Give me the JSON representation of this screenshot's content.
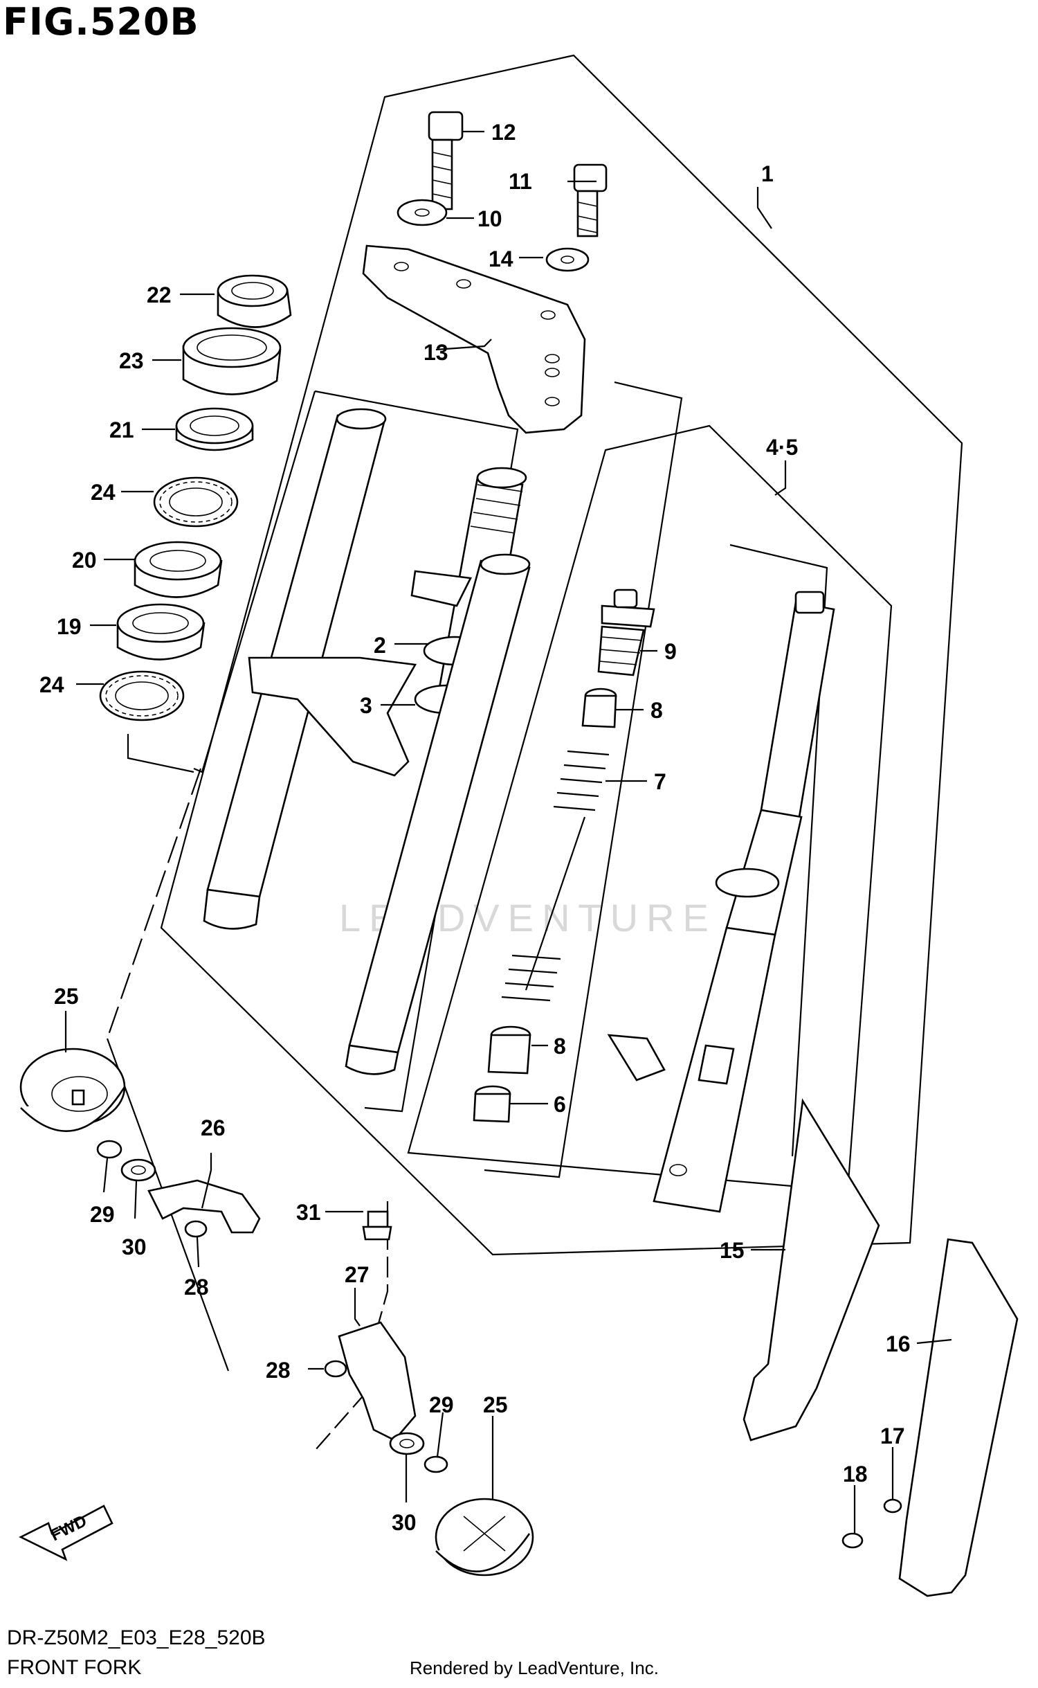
{
  "figure": {
    "title": "FIG.520B",
    "model_code": "DR-Z50M2_E03_E28_520B",
    "section_name": "FRONT FORK",
    "render_credit": "Rendered by LeadVenture, Inc.",
    "watermark": "LEADVENTURE",
    "fwd_label": "FWD"
  },
  "callouts": [
    {
      "id": "c12",
      "label": "12"
    },
    {
      "id": "c11",
      "label": "11"
    },
    {
      "id": "c10",
      "label": "10"
    },
    {
      "id": "c14",
      "label": "14"
    },
    {
      "id": "c1",
      "label": "1"
    },
    {
      "id": "c22",
      "label": "22"
    },
    {
      "id": "c23",
      "label": "23"
    },
    {
      "id": "c13",
      "label": "13"
    },
    {
      "id": "c21",
      "label": "21"
    },
    {
      "id": "c45",
      "label": "4·5"
    },
    {
      "id": "c24a",
      "label": "24"
    },
    {
      "id": "c20",
      "label": "20"
    },
    {
      "id": "c19",
      "label": "19"
    },
    {
      "id": "c2",
      "label": "2"
    },
    {
      "id": "c9",
      "label": "9"
    },
    {
      "id": "c24b",
      "label": "24"
    },
    {
      "id": "c3",
      "label": "3"
    },
    {
      "id": "c8a",
      "label": "8"
    },
    {
      "id": "c7",
      "label": "7"
    },
    {
      "id": "c25a",
      "label": "25"
    },
    {
      "id": "c8b",
      "label": "8"
    },
    {
      "id": "c6",
      "label": "6"
    },
    {
      "id": "c26",
      "label": "26"
    },
    {
      "id": "c29a",
      "label": "29"
    },
    {
      "id": "c30a",
      "label": "30"
    },
    {
      "id": "c31",
      "label": "31"
    },
    {
      "id": "c15",
      "label": "15"
    },
    {
      "id": "c28a",
      "label": "28"
    },
    {
      "id": "c27",
      "label": "27"
    },
    {
      "id": "c16",
      "label": "16"
    },
    {
      "id": "c28b",
      "label": "28"
    },
    {
      "id": "c29b",
      "label": "29"
    },
    {
      "id": "c25b",
      "label": "25"
    },
    {
      "id": "c17",
      "label": "17"
    },
    {
      "id": "c18",
      "label": "18"
    },
    {
      "id": "c30b",
      "label": "30"
    }
  ]
}
